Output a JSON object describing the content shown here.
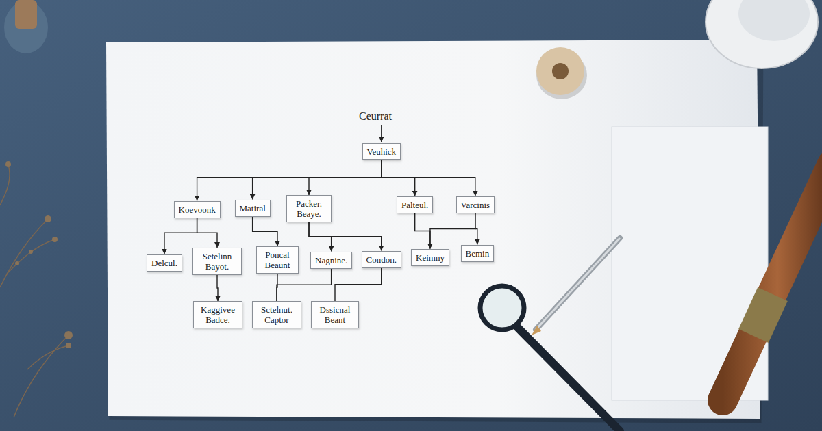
{
  "diagram": {
    "nodes": [
      {
        "text": [
          "Veuhick"
        ]
      },
      {
        "text": [
          "Koevoonk"
        ]
      },
      {
        "text": [
          "Matiral"
        ]
      },
      {
        "text": [
          "Packer. Beaye."
        ]
      },
      {
        "text": [
          "Palteul."
        ]
      },
      {
        "text": [
          "Varcinis"
        ]
      },
      {
        "text": [
          "Delcul."
        ]
      },
      {
        "text": [
          "Setelinn Bayot."
        ]
      },
      {
        "text": [
          "Poncal Beaunt"
        ]
      },
      {
        "text": [
          "Nagnine."
        ]
      },
      {
        "text": [
          "Condon."
        ]
      },
      {
        "text": [
          "Keimny"
        ]
      },
      {
        "text": [
          "Bemin"
        ]
      },
      {
        "text": [
          "Kaggivee Badce."
        ]
      },
      {
        "text": [
          "Sctelnut. Captor"
        ]
      },
      {
        "text": [
          "Dssicnal Beant"
        ]
      }
    ],
    "edges": [
      {
        "from": 0,
        "to": 1,
        "arrow": "to"
      },
      {
        "from": 0,
        "to": 2,
        "arrow": "to"
      },
      {
        "from": 0,
        "to": 3,
        "arrow": "to"
      },
      {
        "from": 0,
        "to": 4,
        "arrow": "to"
      },
      {
        "from": 0,
        "to": 5,
        "arrow": "to"
      },
      {
        "from": 1,
        "to": 6,
        "arrow": "to"
      },
      {
        "from": 1,
        "to": 7,
        "arrow": "to"
      },
      {
        "from": 2,
        "to": 8,
        "arrow": "to"
      },
      {
        "from": 3,
        "to": 9,
        "arrow": "to"
      },
      {
        "from": 3,
        "to": 10,
        "arrow": "to"
      },
      {
        "from": 4,
        "to": 11,
        "arrow": "to"
      },
      {
        "from": 5,
        "to": 11,
        "arrow": "to"
      },
      {
        "from": 5,
        "to": 12,
        "arrow": "to"
      },
      {
        "from": 7,
        "to": 13,
        "arrow": "to"
      },
      {
        "from": 8,
        "to": 14,
        "arrow": "none"
      },
      {
        "from": 9,
        "to": 14,
        "arrow": "none"
      },
      {
        "from": 10,
        "to": 15,
        "arrow": "none"
      }
    ],
    "labels": [
      "Ceurrat"
    ]
  }
}
